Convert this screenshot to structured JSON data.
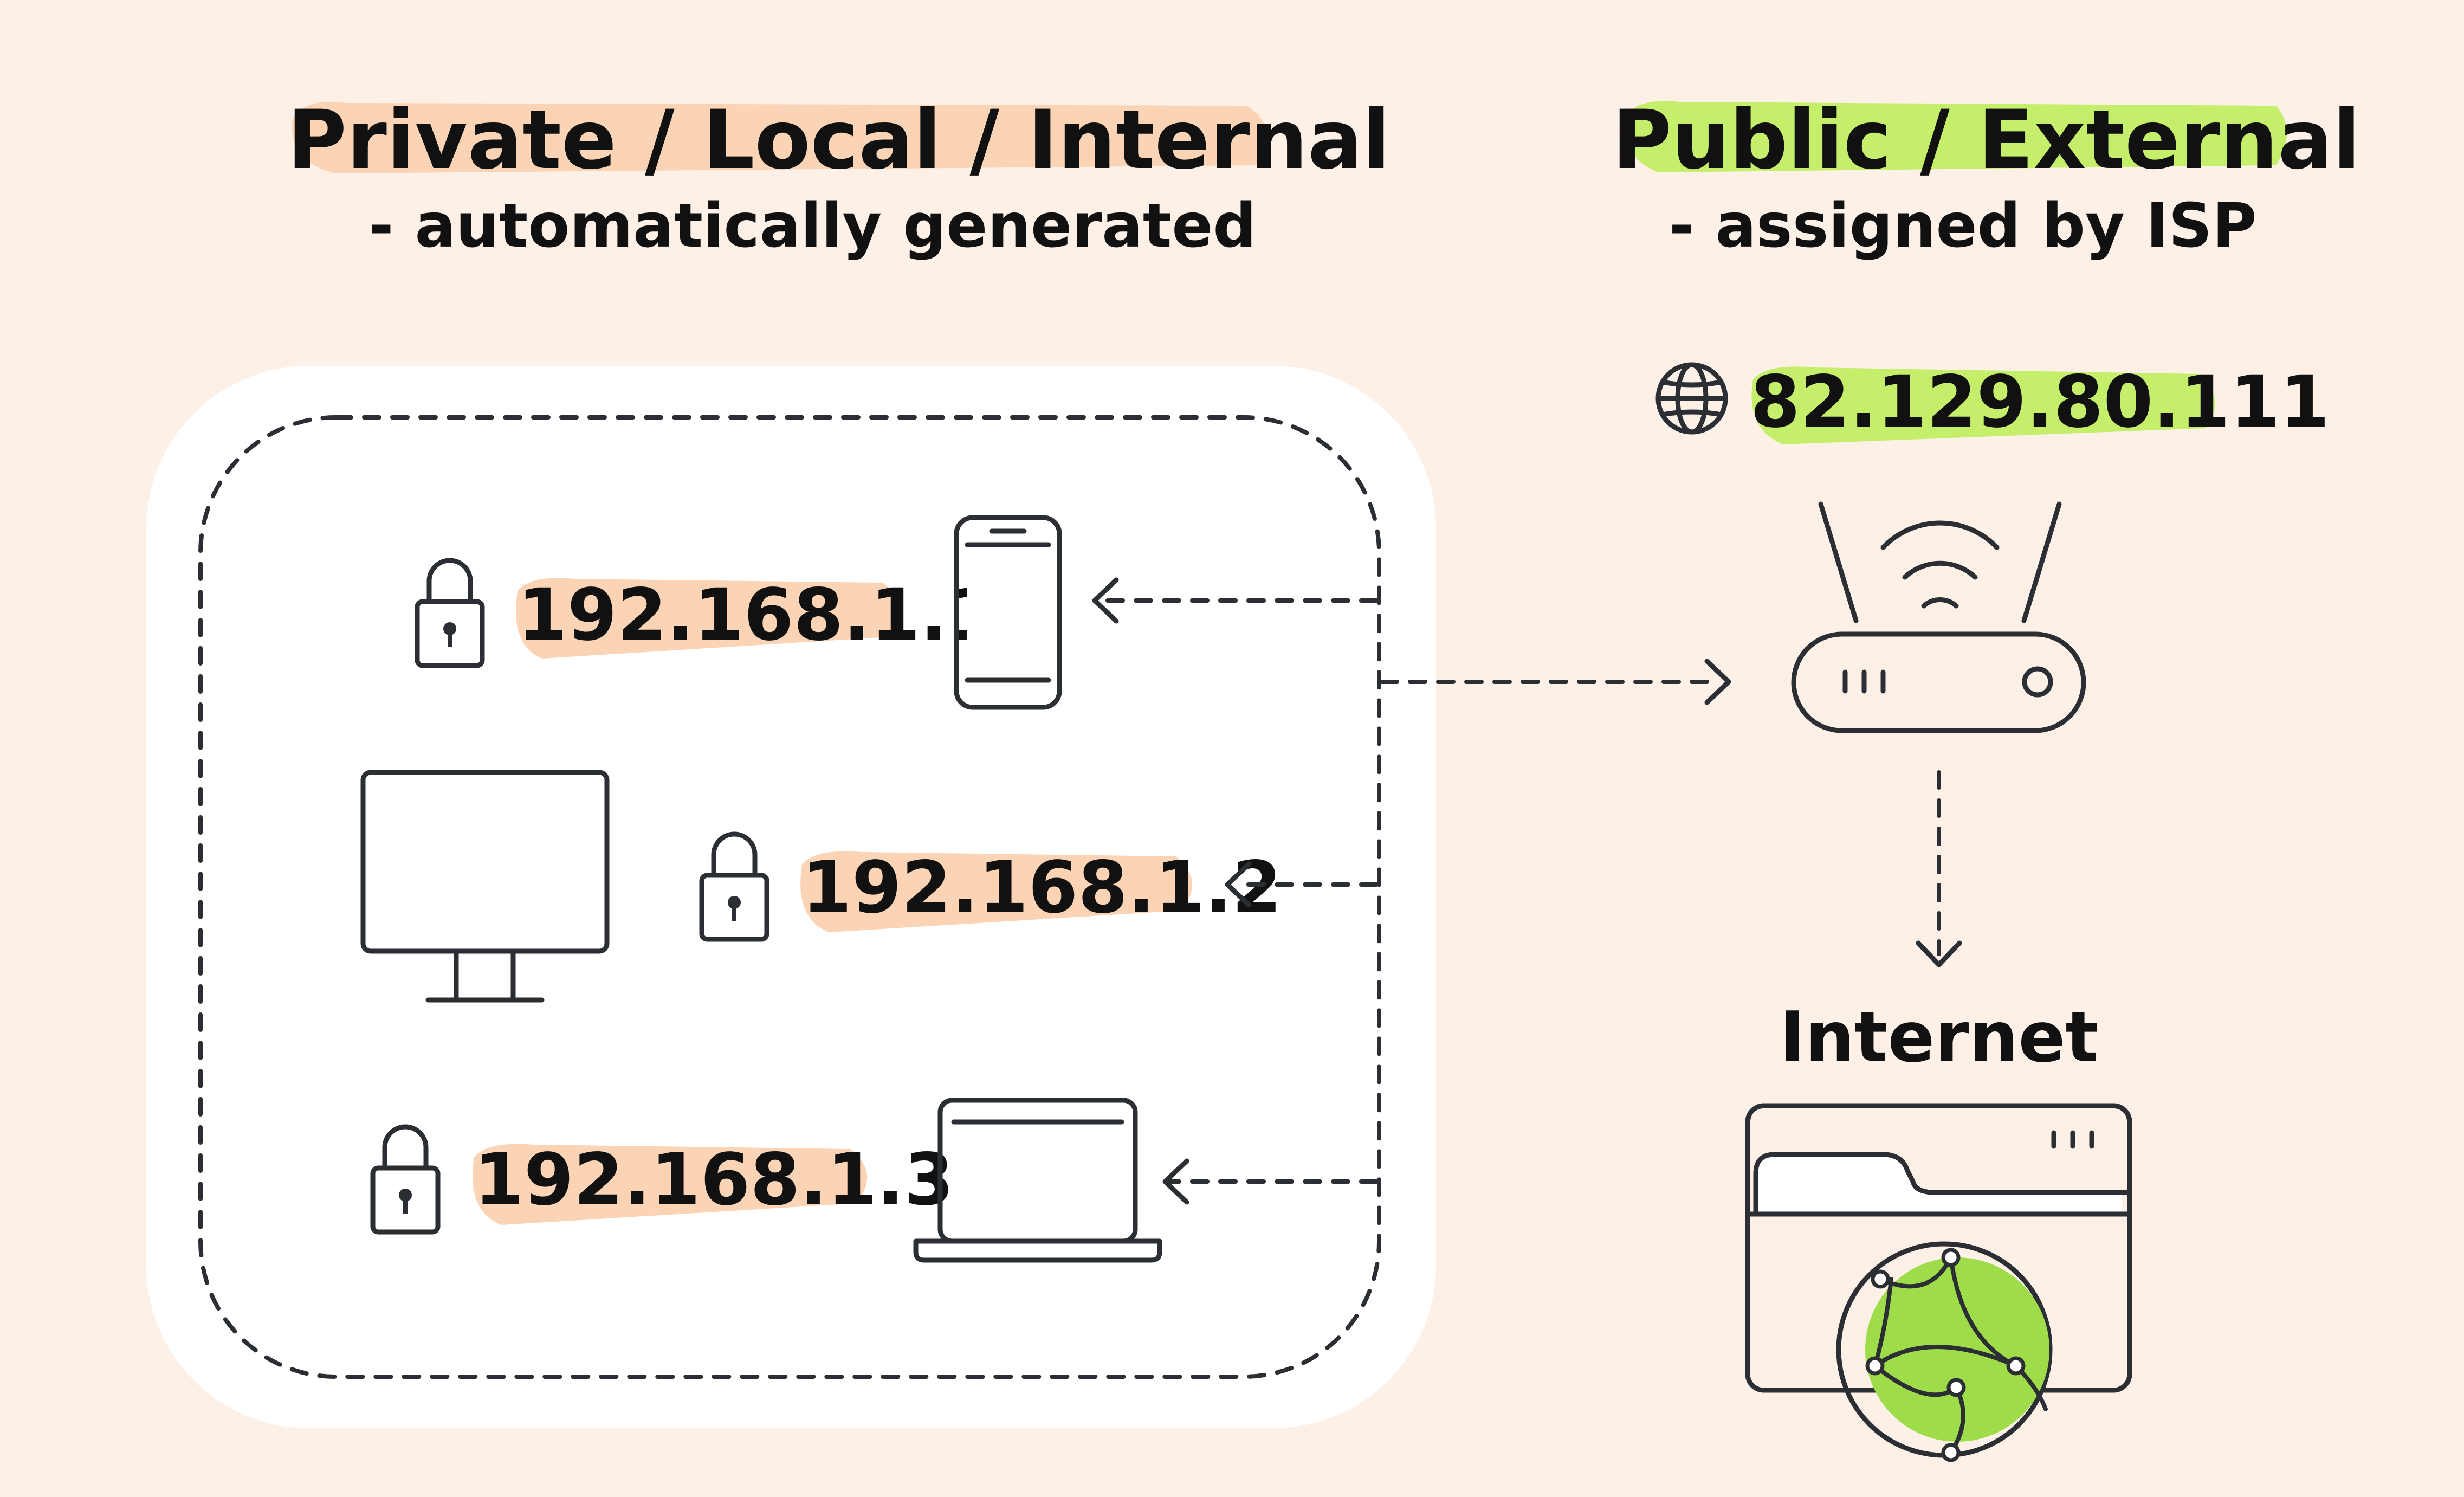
{
  "private_section": {
    "heading": "Private / Local / Internal",
    "subtitle": "- automatically generated",
    "highlight_color": "#fbd3b5",
    "devices": [
      {
        "device": "smartphone-icon",
        "ip": "192.168.1.1",
        "icon": "lock-icon"
      },
      {
        "device": "monitor-icon",
        "ip": "192.168.1.2",
        "icon": "lock-icon"
      },
      {
        "device": "laptop-icon",
        "ip": "192.168.1.3",
        "icon": "lock-icon"
      }
    ]
  },
  "public_section": {
    "heading": "Public / External",
    "subtitle": "- assigned by ISP",
    "highlight_color": "#c5ef6a",
    "public_ip": "82.129.80.111",
    "ip_icon": "globe-icon",
    "router_icon": "router-icon",
    "internet_label": "Internet",
    "internet_icon": "browser-globe-icon"
  },
  "colors": {
    "background": "#fdf1e7",
    "panel": "#ffffff",
    "line": "#2b2e33",
    "device_fill": "#d9dadb",
    "globe_green": "#9fdc4a"
  }
}
